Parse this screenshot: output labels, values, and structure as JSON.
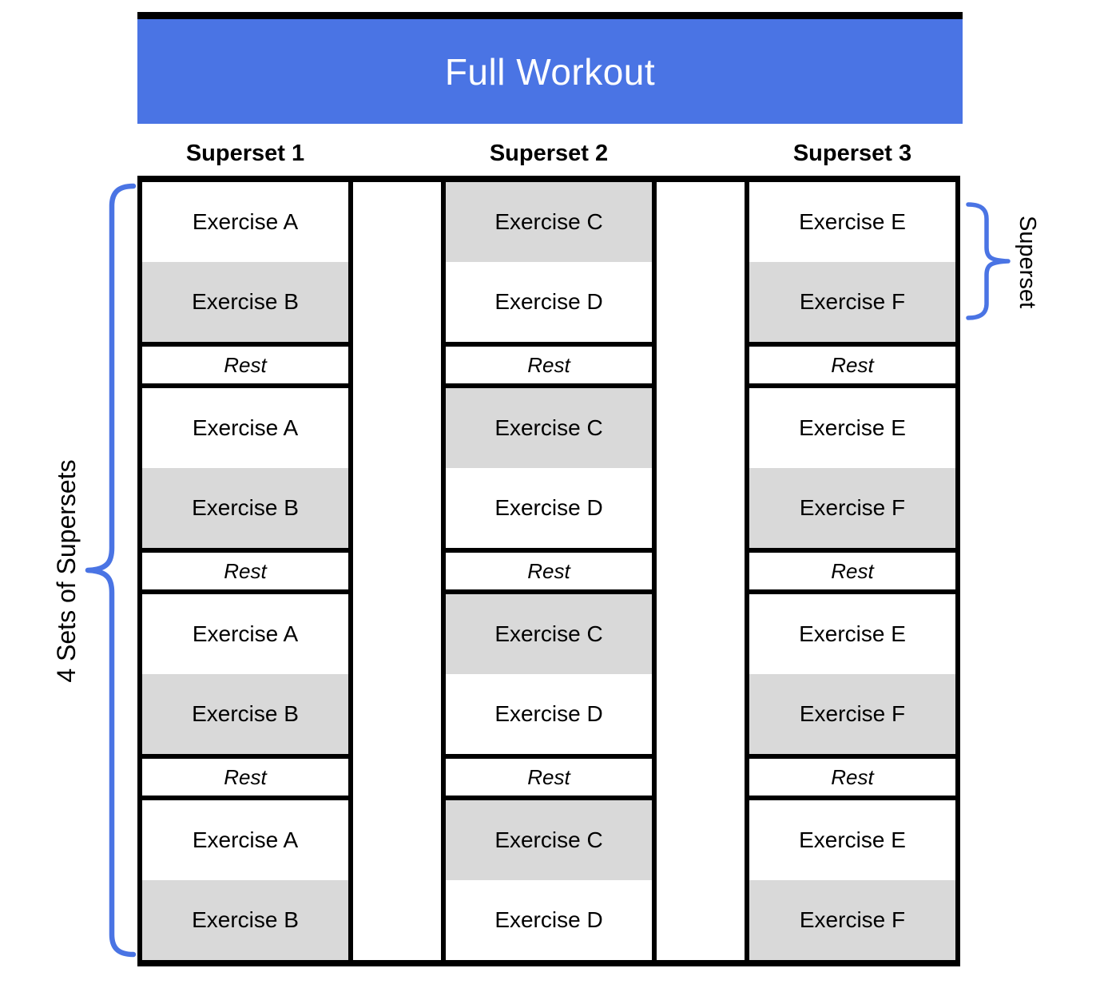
{
  "banner": {
    "title": "Full Workout",
    "bg": "#4A74E4",
    "text_color": "#FFFFFF"
  },
  "rest_label": "Rest",
  "sets_per_column": 4,
  "annotations": {
    "left_brace_label": "4 Sets of Supersets",
    "right_brace_label": "Superset"
  },
  "colors": {
    "banner_blue": "#4A74E4",
    "brace_blue": "#4A74E4",
    "shaded_cell_gray": "#D9D9D9",
    "border_black": "#000000"
  },
  "columns": [
    {
      "header": "Superset 1",
      "exercises": [
        {
          "label": "Exercise A",
          "shaded": false
        },
        {
          "label": "Exercise B",
          "shaded": true
        }
      ]
    },
    {
      "header": "Superset 2",
      "exercises": [
        {
          "label": "Exercise C",
          "shaded": true
        },
        {
          "label": "Exercise D",
          "shaded": false
        }
      ]
    },
    {
      "header": "Superset 3",
      "exercises": [
        {
          "label": "Exercise E",
          "shaded": false
        },
        {
          "label": "Exercise F",
          "shaded": true
        }
      ]
    }
  ]
}
